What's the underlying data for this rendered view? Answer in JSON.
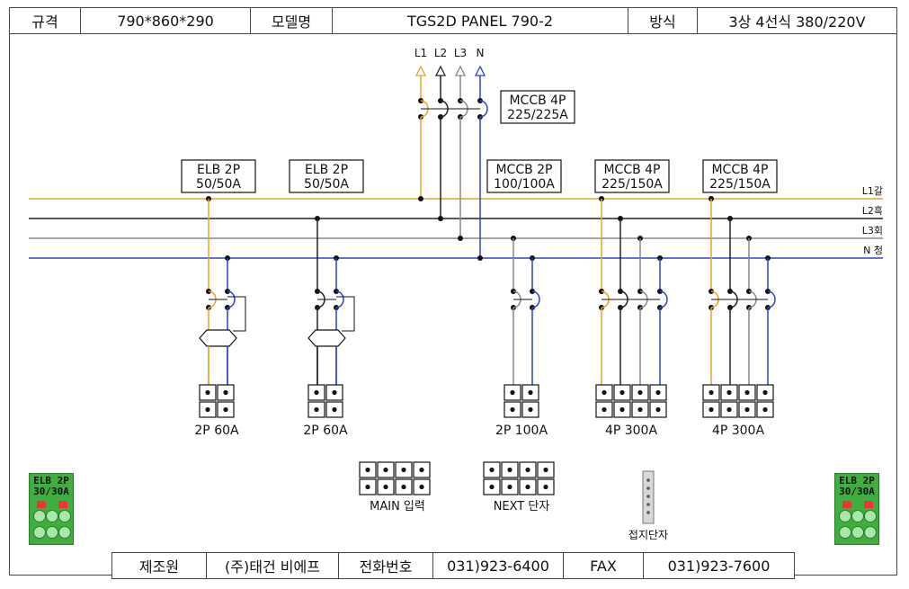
{
  "header": {
    "spec_label": "규격",
    "spec_value": "790*860*290",
    "model_label": "모델명",
    "model_value": "TGS2D PANEL 790-2",
    "method_label": "방식",
    "method_value": "3상 4선식 380/220V"
  },
  "footer": {
    "maker_label": "제조원",
    "maker_value": "(주)태건 비에프",
    "phone_label": "전화번호",
    "phone_value": "031)923-6400",
    "fax_label": "FAX",
    "fax_value": "031)923-7600"
  },
  "diagram": {
    "phase_labels": [
      "L1",
      "L2",
      "L3",
      "N"
    ],
    "bus_labels": [
      "L1갈",
      "L2흑",
      "L3회",
      "N 청"
    ],
    "main_breaker": {
      "line1": "MCCB 4P",
      "line2": "225/225A"
    },
    "breakers": [
      {
        "line1": "ELB 2P",
        "line2": "50/50A",
        "output": "2P 60A"
      },
      {
        "line1": "ELB 2P",
        "line2": "50/50A",
        "output": "2P 60A"
      },
      {
        "line1": "MCCB 2P",
        "line2": "100/100A",
        "output": "2P 100A"
      },
      {
        "line1": "MCCB 4P",
        "line2": "225/150A",
        "output": "4P 300A"
      },
      {
        "line1": "MCCB 4P",
        "line2": "225/150A",
        "output": "4P 300A"
      }
    ],
    "main_input_label": "MAIN 입력",
    "next_terminal_label": "NEXT 단자",
    "ground_label": "접지단자",
    "colors": {
      "L1": "#e8a030",
      "L2": "#222222",
      "L3": "#888888",
      "N": "#3040d0"
    }
  },
  "side_devices": {
    "left": {
      "line1": "ELB 2P",
      "line2": "30/30A"
    },
    "right": {
      "line1": "ELB 2P",
      "line2": "30/30A"
    }
  }
}
